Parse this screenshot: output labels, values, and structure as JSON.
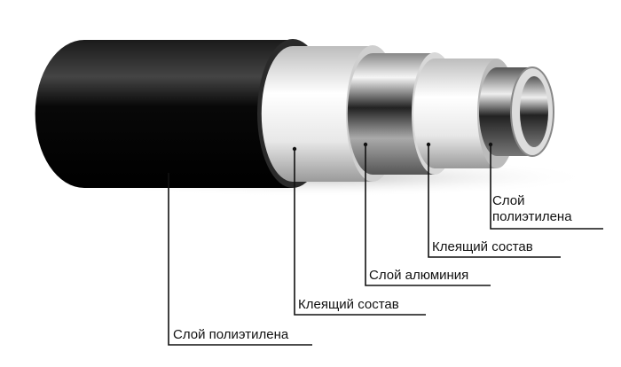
{
  "diagram": {
    "subject": "Multilayer metal-plastic pipe cross-section",
    "layers": [
      {
        "id": "outer-pe",
        "label": "Слой полиэтилена",
        "color": "#0a0a0a"
      },
      {
        "id": "adhesive-outer",
        "label": "Клеящий состав",
        "color": "#e6e6e6"
      },
      {
        "id": "aluminum",
        "label": "Слой алюминия",
        "color": "#8a8a8a"
      },
      {
        "id": "adhesive-inner",
        "label": "Клеящий состав",
        "color": "#ededed"
      },
      {
        "id": "inner-pe",
        "label_line1": "Слой",
        "label_line2": "полиэтилена",
        "color": "#9a9a9a"
      }
    ]
  },
  "labels": {
    "outer_pe": "Слой полиэтилена",
    "adhesive_outer": "Клеящий состав",
    "aluminum": "Слой алюминия",
    "adhesive_inner": "Клеящий состав",
    "inner_pe_line1": "Слой",
    "inner_pe_line2": "полиэтилена"
  }
}
